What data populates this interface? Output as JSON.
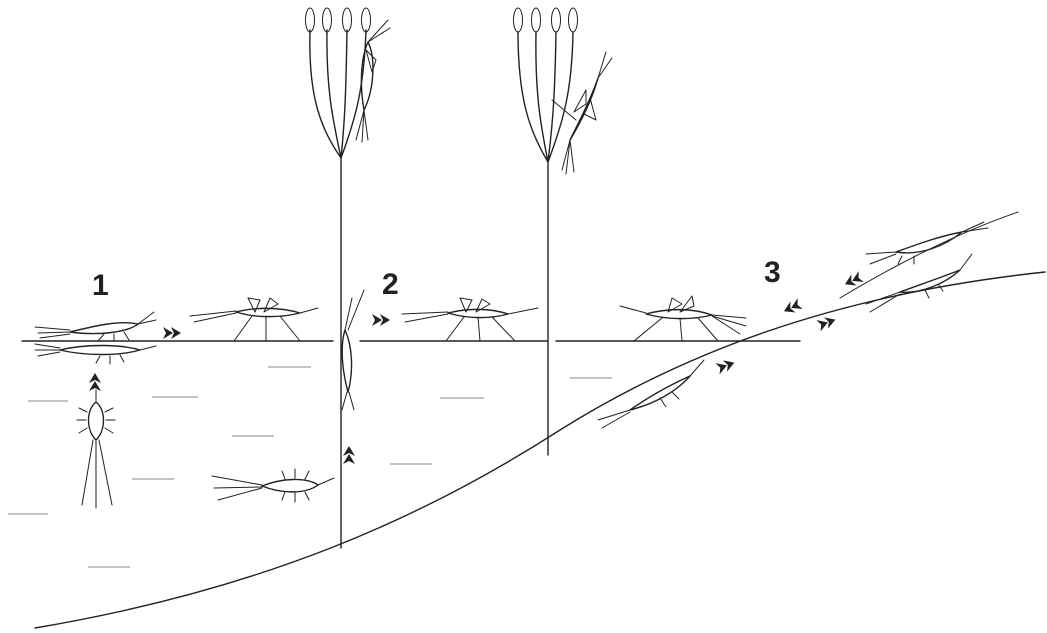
{
  "labels": {
    "stage_1": "1",
    "stage_2": "2",
    "stage_3": "3"
  }
}
